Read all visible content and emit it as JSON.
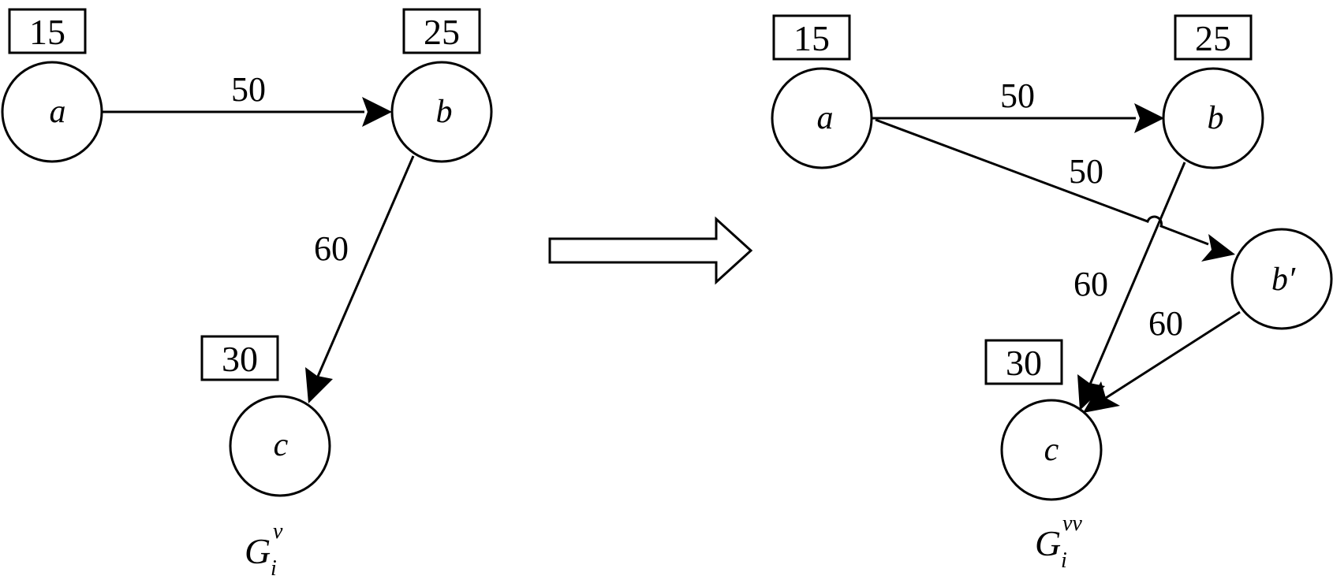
{
  "left_graph": {
    "nodes": {
      "a": {
        "label": "a",
        "weight": "15"
      },
      "b": {
        "label": "b",
        "weight": "25"
      },
      "c": {
        "label": "c",
        "weight": "30"
      }
    },
    "edges": {
      "a_b": "50",
      "b_c": "60"
    },
    "caption": {
      "base": "G",
      "sup": "v",
      "sub": "i"
    }
  },
  "right_graph": {
    "nodes": {
      "a": {
        "label": "a",
        "weight": "15"
      },
      "b": {
        "label": "b",
        "weight": "25"
      },
      "b_prime": {
        "label": "b′"
      },
      "c": {
        "label": "c",
        "weight": "30"
      }
    },
    "edges": {
      "a_b": "50",
      "a_bprime": "50",
      "b_c": "60",
      "bprime_c": "60"
    },
    "caption": {
      "base": "G",
      "sup": "vv",
      "sub": "i"
    }
  }
}
